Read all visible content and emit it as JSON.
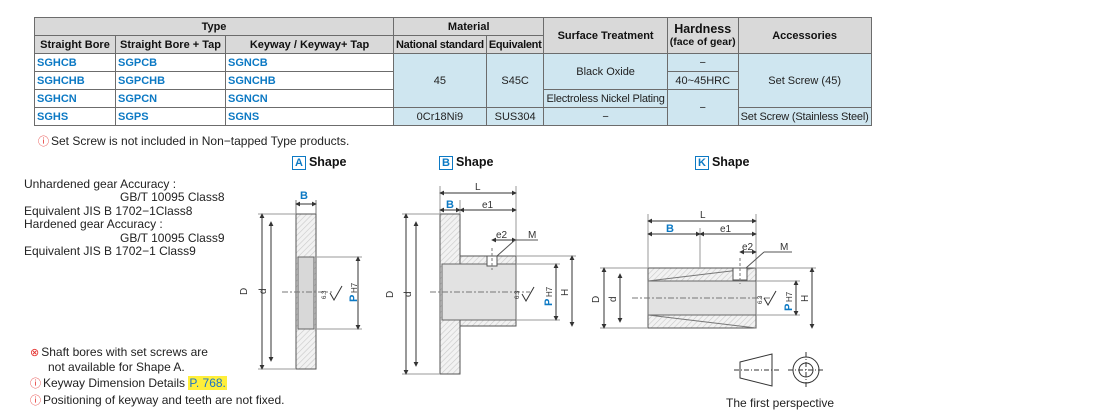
{
  "table": {
    "headers": {
      "type": "Type",
      "straight_bore": "Straight Bore",
      "straight_bore_tap": "Straight Bore + Tap",
      "keyway": "Keyway / Keyway+ Tap",
      "material": "Material",
      "national_standard": "National standard",
      "equivalent": "Equivalent",
      "surface_treatment": "Surface Treatment",
      "hardness_line1": "Hardness",
      "hardness_line2": "(face of gear)",
      "accessories": "Accessories"
    },
    "rows": [
      {
        "straight_bore": "SGHCB",
        "straight_bore_tap": "SGPCB",
        "keyway": "SGNCB"
      },
      {
        "straight_bore": "SGHCHB",
        "straight_bore_tap": "SGPCHB",
        "keyway": "SGNCHB"
      },
      {
        "straight_bore": "SGHCN",
        "straight_bore_tap": "SGPCN",
        "keyway": "SGNCN"
      },
      {
        "straight_bore": "SGHS",
        "straight_bore_tap": "SGPS",
        "keyway": "SGNS"
      }
    ],
    "material_45": "45",
    "equivalent_s45c": "S45C",
    "material_stainless": "0Cr18Ni9",
    "equivalent_sus304": "SUS304",
    "treatment_black_oxide": "Black Oxide",
    "treatment_nickel": "Electroless Nickel Plating",
    "dash": "−",
    "hardness_value": "40~45HRC",
    "accessory_set_screw": "Set Screw (45)",
    "accessory_set_screw_stainless": "Set Screw (Stainless Steel)"
  },
  "notes": {
    "non_tapped": "Set Screw is not included in Non−tapped Type products.",
    "shaft_bores_line1": "Shaft bores with set screws are",
    "shaft_bores_line2": "not available for Shape A.",
    "keyway_details": "Keyway Dimension Details",
    "keyway_page": "P. 768.",
    "positioning": "Positioning of keyway and teeth are not fixed.",
    "warn_symbol": "ⓘ",
    "no_symbol": "⊗"
  },
  "accuracy": {
    "unhardened": "Unhardened gear Accuracy :",
    "unhardened_std": "GB/T  10095 Class8",
    "unhardened_jis": "Equivalent JIS B 1702−1Class8",
    "hardened": "Hardened gear Accuracy :",
    "hardened_std": "GB/T  10095 Class9",
    "hardened_jis": "Equivalent JIS B 1702−1 Class9"
  },
  "shapes": {
    "a": {
      "letter": "A",
      "label": "Shape"
    },
    "b": {
      "letter": "B",
      "label": "Shape"
    },
    "k": {
      "letter": "K",
      "label": "Shape"
    }
  },
  "dims": {
    "B": "B",
    "L": "L",
    "e1": "e1",
    "e2": "e2",
    "M": "M",
    "D": "D",
    "d": "d",
    "H": "H",
    "P": "P",
    "H7": "H7",
    "roughness": "6.3"
  },
  "perspective": "The first perspective",
  "colors": {
    "accent": "#0c79c4",
    "header_bg": "#d9d9d9",
    "cell_bg": "#cfe6f0",
    "highlight": "#ffef3a",
    "warn": "#e4322f"
  }
}
